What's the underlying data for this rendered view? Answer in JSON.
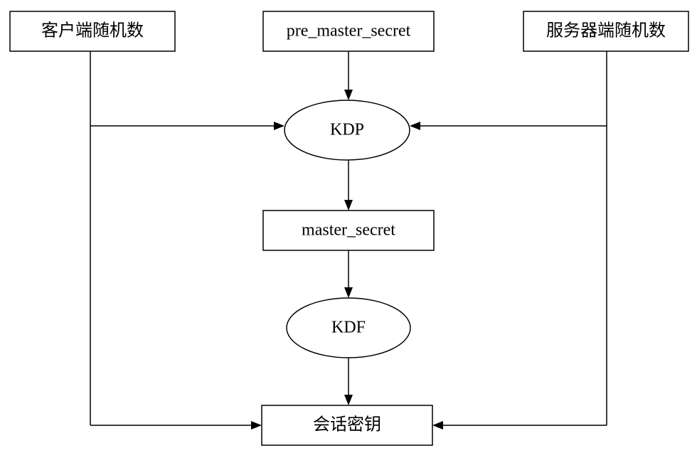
{
  "diagram": {
    "nodes": {
      "client_random": "客户端随机数",
      "pre_master_secret": "pre_master_secret",
      "server_random": "服务器端随机数",
      "kdp": "KDP",
      "master_secret": "master_secret",
      "kdf": "KDF",
      "session_key": "会话密钥"
    }
  }
}
